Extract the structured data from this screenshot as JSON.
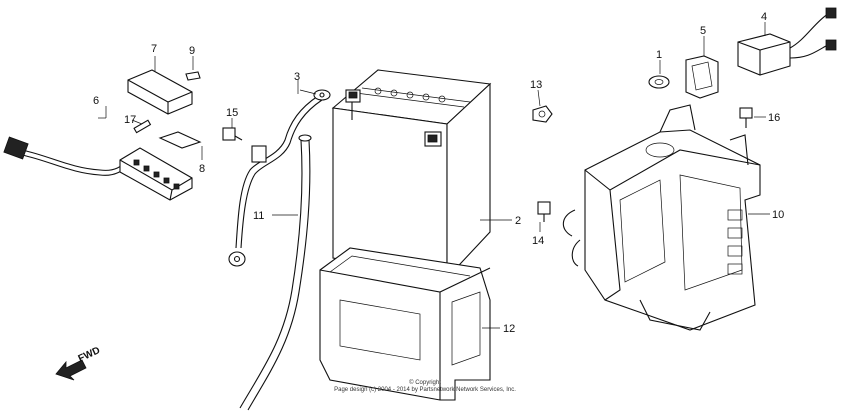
{
  "callouts": [
    {
      "id": "1",
      "text": "1"
    },
    {
      "id": "2",
      "text": "2"
    },
    {
      "id": "3",
      "text": "3"
    },
    {
      "id": "4",
      "text": "4"
    },
    {
      "id": "5",
      "text": "5"
    },
    {
      "id": "6",
      "text": "6"
    },
    {
      "id": "7",
      "text": "7"
    },
    {
      "id": "8",
      "text": "8"
    },
    {
      "id": "9",
      "text": "9"
    },
    {
      "id": "10",
      "text": "10"
    },
    {
      "id": "11",
      "text": "11"
    },
    {
      "id": "12",
      "text": "12"
    },
    {
      "id": "13",
      "text": "13"
    },
    {
      "id": "14",
      "text": "14"
    },
    {
      "id": "15",
      "text": "15"
    },
    {
      "id": "16",
      "text": "16"
    },
    {
      "id": "17",
      "text": "17"
    }
  ],
  "fwd_label": "FWD",
  "footer": {
    "line1": "© Copyright",
    "line2": "Page design (c) 2004 - 2014 by Partsnetwork Network Services, Inc."
  }
}
